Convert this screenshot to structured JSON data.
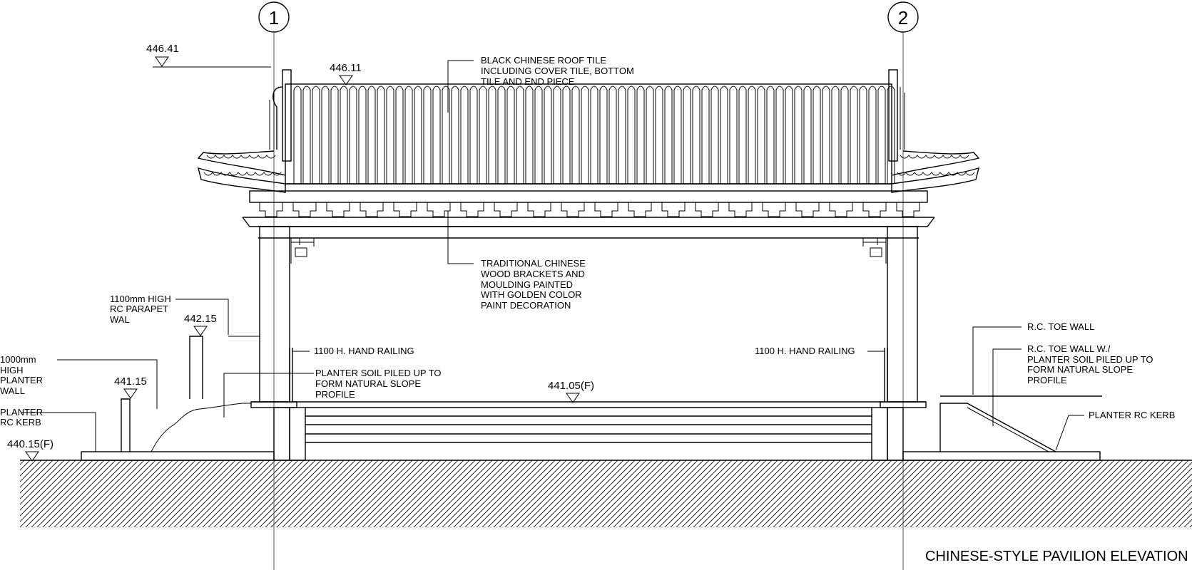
{
  "grid_bubbles": [
    "1",
    "2"
  ],
  "levels": {
    "roof_peak": "446.41",
    "roof_ridge": "446.11",
    "parapet_top": "442.15",
    "planter_wall_top": "441.15",
    "floor": "441.05(F)",
    "ground": "440.15(F)"
  },
  "labels": {
    "roof_tile": [
      "BLACK CHINESE ROOF TILE",
      "INCLUDING COVER TILE, BOTTOM",
      "TILE AND END PIECE"
    ],
    "brackets": [
      "TRADITIONAL CHINESE",
      "WOOD BRACKETS AND",
      "MOULDING PAINTED",
      "WITH GOLDEN COLOR",
      "PAINT DECORATION"
    ],
    "parapet": [
      "1100mm HIGH",
      "RC PARAPET",
      "WAL"
    ],
    "planter_wall": [
      "1000mm",
      "HIGH",
      "PLANTER",
      "WALL"
    ],
    "planter_kerb_left": [
      "PLANTER",
      "RC KERB"
    ],
    "railing_left": "1100 H. HAND RAILING",
    "railing_right": "1100 H. HAND RAILING",
    "soil": [
      "PLANTER SOIL PILED UP TO",
      "FORM NATURAL SLOPE",
      "PROFILE"
    ],
    "toe_wall": "R.C. TOE WALL",
    "toe_wall_planter": [
      "R.C. TOE WALL W./",
      "PLANTER SOIL PILED UP TO",
      "FORM NATURAL SLOPE",
      "PROFILE"
    ],
    "planter_kerb_right": "PLANTER RC KERB"
  },
  "title": "CHINESE-STYLE PAVILION ELEVATION"
}
